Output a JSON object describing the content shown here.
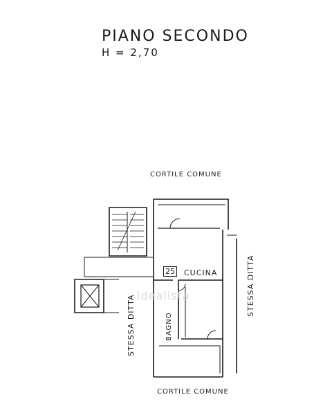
{
  "header": {
    "title": "PIANO SECONDO",
    "height_label": "H = 2,70"
  },
  "labels": {
    "courtyard_top": "CORTILE COMUNE",
    "courtyard_bottom": "CORTILE COMUNE",
    "kitchen": "CUCINA",
    "room_number": "25",
    "bathroom": "BAGNO",
    "same_company_right": "STESSA DITTA",
    "same_company_left": "STESSA DITTA"
  },
  "watermark": "idealista"
}
